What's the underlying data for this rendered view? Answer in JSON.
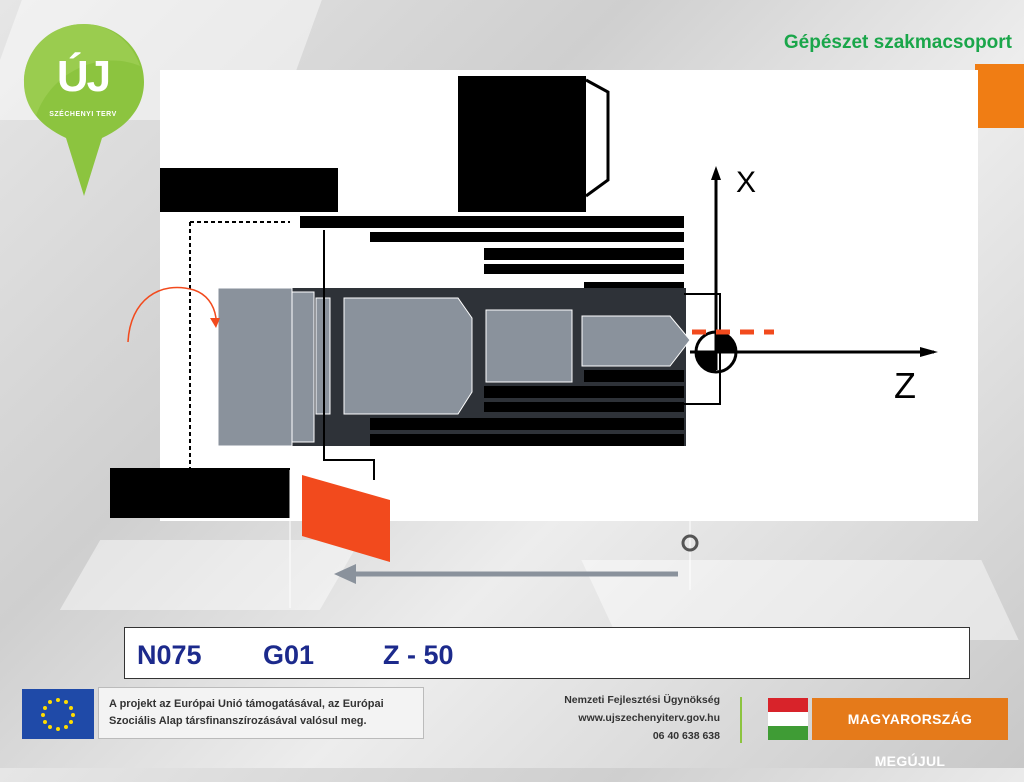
{
  "header": {
    "title": "Gépészet szakmacsoport"
  },
  "logo": {
    "main": "ÚJ",
    "sub": "SZÉCHENYI TERV"
  },
  "diagram": {
    "axis_x_label": "X",
    "axis_z_label": "Z"
  },
  "nc_block": {
    "tokens": [
      "N075",
      "G01",
      "Z - 50"
    ]
  },
  "footer": {
    "eu_text_line1": "A projekt az Európai Unió támogatásával, az Európai",
    "eu_text_line2": "Szociális Alap társfinanszírozásával valósul meg.",
    "agency_name": "Nemzeti Fejlesztési Ügynökség",
    "agency_url": "www.ujszechenyiterv.gov.hu",
    "agency_phone": "06 40 638 638",
    "banner": "MAGYARORSZÁG MEGÚJUL"
  },
  "colors": {
    "accent_green": "#1aa64a",
    "logo_green": "#8cc43f",
    "accent_orange": "#f07d14",
    "tool_red": "#f24a1d",
    "code_blue": "#1c2a8c",
    "part_gray": "#8a929c",
    "chuck_dark": "#2e3238"
  }
}
